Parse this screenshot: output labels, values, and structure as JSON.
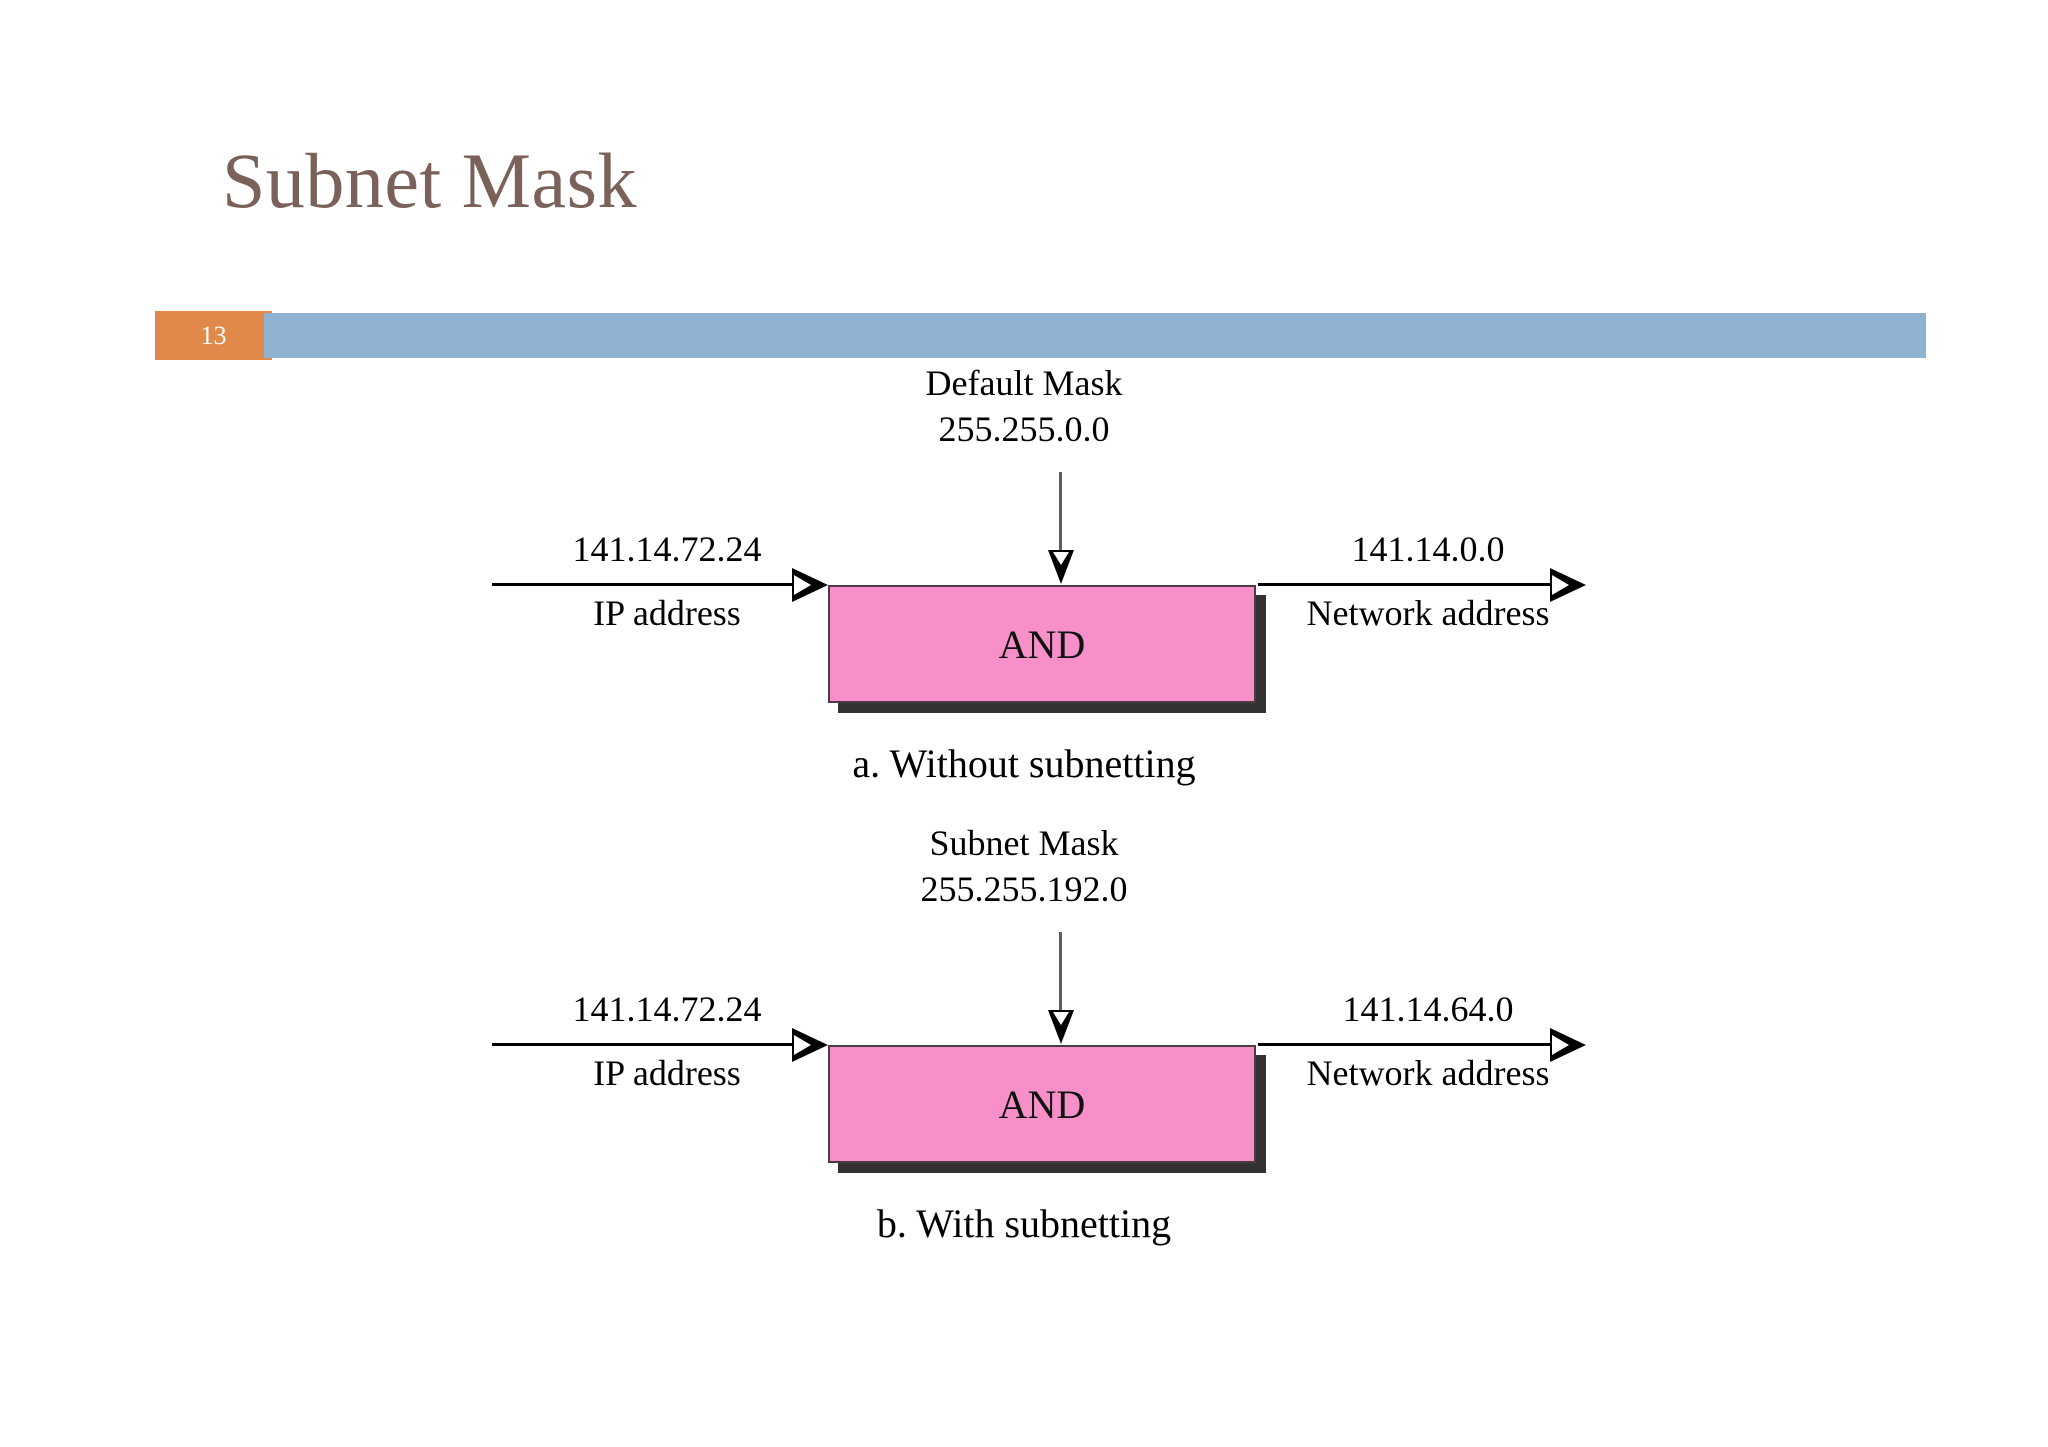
{
  "slide": {
    "title": "Subnet Mask",
    "page_number": "13",
    "title_color": "#7a6159",
    "badge_color": "#e0894a",
    "band_color": "#8fb2d0",
    "box_fill_color": "#f78fc8",
    "box_shadow_color": "#333131"
  },
  "diagrams": [
    {
      "id": "a",
      "mask_title": "Default Mask",
      "mask_value": "255.255.0.0",
      "operation": "AND",
      "input_value": "141.14.72.24",
      "input_label": "IP address",
      "output_value": "141.14.0.0",
      "output_label": "Network address",
      "caption": "a. Without subnetting"
    },
    {
      "id": "b",
      "mask_title": "Subnet Mask",
      "mask_value": "255.255.192.0",
      "operation": "AND",
      "input_value": "141.14.72.24",
      "input_label": "IP address",
      "output_value": "141.14.64.0",
      "output_label": "Network address",
      "caption": "b. With subnetting"
    }
  ]
}
